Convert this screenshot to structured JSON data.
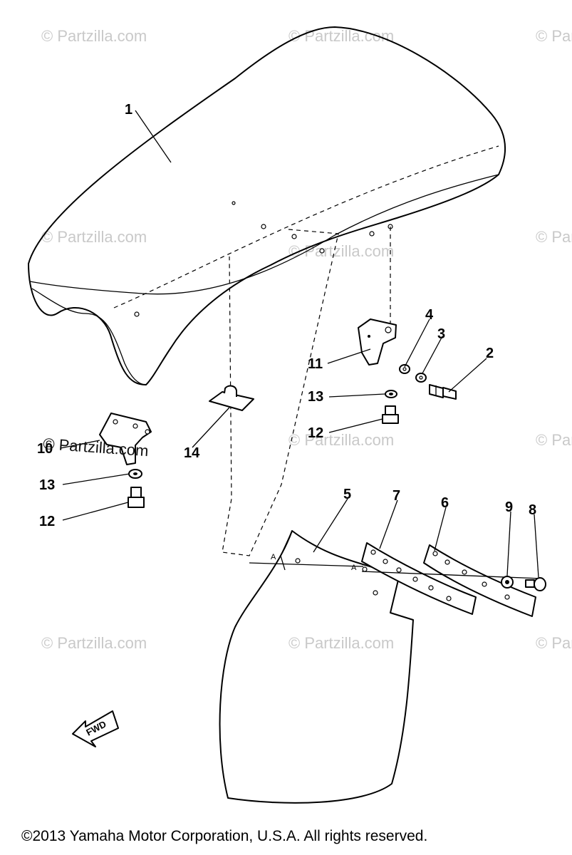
{
  "watermark": {
    "text": "© Partzilla.com"
  },
  "callouts": {
    "n1": "1",
    "n2": "2",
    "n3": "3",
    "n4": "4",
    "n5": "5",
    "n6": "6",
    "n7": "7",
    "n8": "8",
    "n9": "9",
    "n10": "10",
    "n11": "11",
    "n12a": "12",
    "n12b": "12",
    "n13a": "13",
    "n13b": "13",
    "n14": "14"
  },
  "fwd_label": "FWD",
  "marker_a": "A",
  "marker_a2": "A",
  "copyright": "©2013 Yamaha Motor Corporation, U.S.A. All rights reserved."
}
